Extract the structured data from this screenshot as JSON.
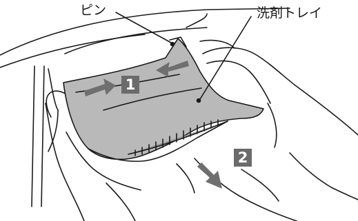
{
  "labels": {
    "pin": "ピン",
    "detergent_tray": "洗剤トレイ"
  },
  "steps": {
    "step1": "1",
    "step2": "2"
  },
  "colors": {
    "tray_fill": "#b9b9b9",
    "arrow_fill": "#6f6f6f",
    "badge_fill": "#6b6b6b",
    "outline": "#1a1a1a"
  }
}
